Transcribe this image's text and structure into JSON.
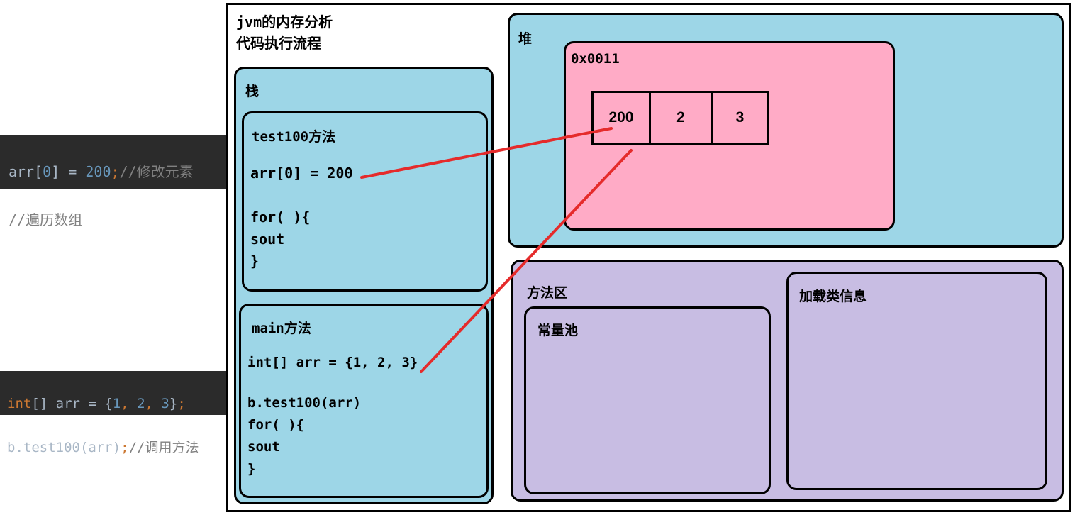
{
  "title_line1": "jvm的内存分析",
  "title_line2": "代码执行流程",
  "stack": {
    "label": "栈",
    "test100": {
      "label": "test100方法",
      "assign": "arr[0] = 200",
      "for": "for( ){",
      "sout": "sout",
      "close": "}"
    },
    "main": {
      "label": "main方法",
      "decl": "int[] arr = {1, 2, 3}",
      "call": "b.test100(arr)",
      "for": "for( ){",
      "sout": "sout",
      "close": "}"
    }
  },
  "heap": {
    "label": "堆",
    "address": "0x0011",
    "cells": [
      "200",
      "2",
      "3"
    ]
  },
  "method_area": {
    "label": "方法区",
    "constant_pool": "常量池",
    "class_info": "加载类信息"
  },
  "snippet_top": {
    "var": "arr[",
    "idx": "0",
    "eq": "] = ",
    "val": "200",
    "semi": ";",
    "comment1": "//修改元素",
    "comment2": "//遍历数组"
  },
  "snippet_bottom": {
    "kw": "int",
    "decl": "[] arr = {",
    "n1": "1",
    "sep1": ", ",
    "n2": "2",
    "sep2": ", ",
    "n3": "3",
    "close": "}",
    "semi1": ";",
    "call": "b.test100(arr)",
    "semi2": ";",
    "comment": "//调用方法"
  },
  "colors": {
    "stack_bg": "#9dd6e7",
    "heap_bg": "#9dd6e7",
    "object_bg": "#ffabc6",
    "method_area_bg": "#c8bde3",
    "pointer_line": "#e52b2b",
    "editor_bg": "#2b2b2b"
  }
}
